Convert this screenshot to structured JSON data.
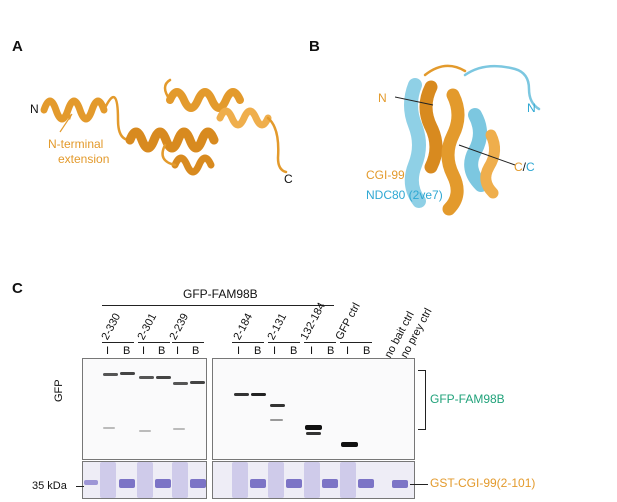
{
  "panels": {
    "a": {
      "letter": "A",
      "n_label": "N",
      "c_label": "C",
      "extension_label_line1": "N-terminal",
      "extension_label_line2": "extension"
    },
    "b": {
      "letter": "B",
      "n_orange": "N",
      "n_cyan": "N",
      "c_orange": "C",
      "slash": "/",
      "c_cyan": "C",
      "legend_cgi": "CGI-99",
      "legend_ndc": "NDC80 (2ve7)"
    },
    "c": {
      "letter": "C",
      "construct_header": "GFP-FAM98B",
      "constructs": [
        "2-330",
        "2-301",
        "2-239",
        "2-184",
        "2-131",
        "132-184",
        "GFP ctrl"
      ],
      "lane_labels": [
        "I",
        "B"
      ],
      "controls": [
        "no bait ctrl",
        "no prey ctrl"
      ],
      "y_label": "GFP",
      "marker_label": "35 kDa",
      "band_label_gfp": "GFP-FAM98B",
      "band_label_gst": "GST-CGI-99(2-101)"
    }
  },
  "colors": {
    "orange": "#e39a2c",
    "cyan": "#2fa8d3",
    "green": "#20a27a",
    "coomassie": "#7c74c6"
  }
}
